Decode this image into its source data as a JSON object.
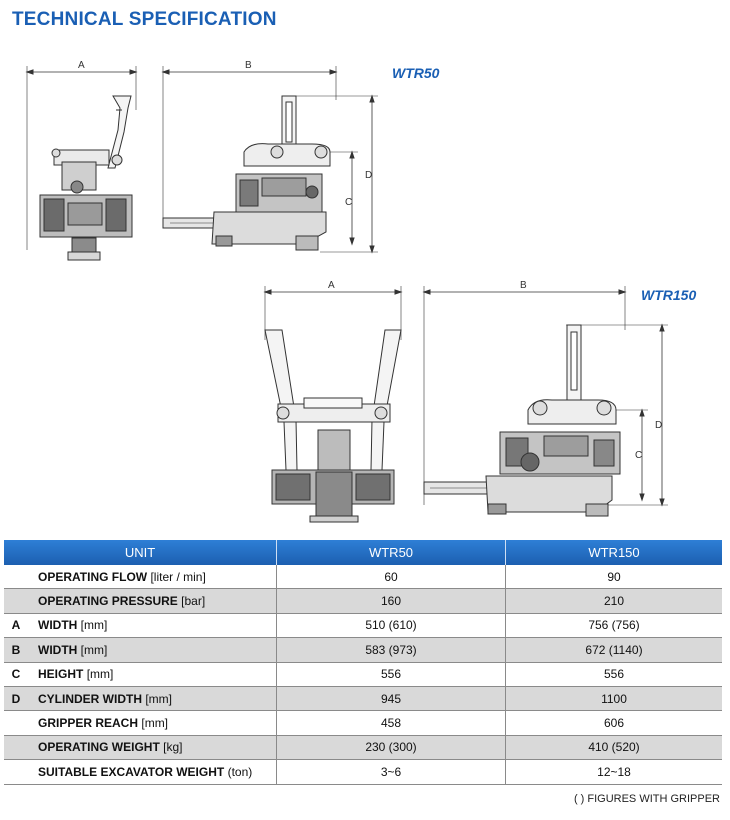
{
  "page": {
    "title": "TECHNICAL SPECIFICATION",
    "footnote": "( ) FIGURES WITH GRIPPER"
  },
  "drawings": {
    "wtr50_label": "WTR50",
    "wtr150_label": "WTR150",
    "dim_a": "A",
    "dim_b": "B",
    "dim_c": "C",
    "dim_d": "D"
  },
  "table": {
    "header": {
      "unit": "UNIT",
      "model1": "WTR50",
      "model2": "WTR150"
    },
    "rows": [
      {
        "letter": "",
        "label": "OPERATING FLOW",
        "unit": "[liter / min]",
        "v1": "60",
        "v2": "90"
      },
      {
        "letter": "",
        "label": "OPERATING PRESSURE",
        "unit": "[bar]",
        "v1": "160",
        "v2": "210"
      },
      {
        "letter": "A",
        "label": "WIDTH",
        "unit": "[mm]",
        "v1": "510 (610)",
        "v2": "756 (756)"
      },
      {
        "letter": "B",
        "label": "WIDTH",
        "unit": "[mm]",
        "v1": "583 (973)",
        "v2": "672 (1140)"
      },
      {
        "letter": "C",
        "label": "HEIGHT",
        "unit": "[mm]",
        "v1": "556",
        "v2": "556"
      },
      {
        "letter": "D",
        "label": "CYLINDER WIDTH",
        "unit": "[mm]",
        "v1": "945",
        "v2": "1100"
      },
      {
        "letter": "",
        "label": "GRIPPER REACH",
        "unit": "[mm]",
        "v1": "458",
        "v2": "606"
      },
      {
        "letter": "",
        "label": "OPERATING WEIGHT",
        "unit": "[kg]",
        "v1": "230 (300)",
        "v2": "410 (520)"
      },
      {
        "letter": "",
        "label": "SUITABLE EXCAVATOR WEIGHT",
        "unit": "(ton)",
        "v1": "3~6",
        "v2": "12~18"
      }
    ]
  }
}
